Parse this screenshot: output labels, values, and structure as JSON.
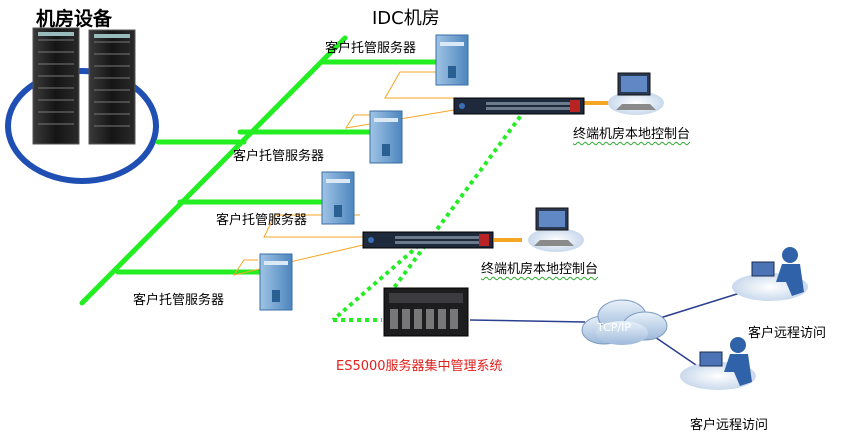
{
  "labels": {
    "machine_room": "机房设备",
    "idc_room": "IDC机房",
    "hosted_server": "客户托管服务器",
    "local_console": "终端机房本地控制台",
    "management_system": "ES5000服务器集中管理系统",
    "tcp_ip": "TCP/IP",
    "remote_access": "客户远程访问"
  },
  "colors": {
    "backbone_green": "#22ee22",
    "serial_orange": "#f5a623",
    "ellipse_blue": "#1f4fb3",
    "mgmt_red": "#e0201c"
  }
}
